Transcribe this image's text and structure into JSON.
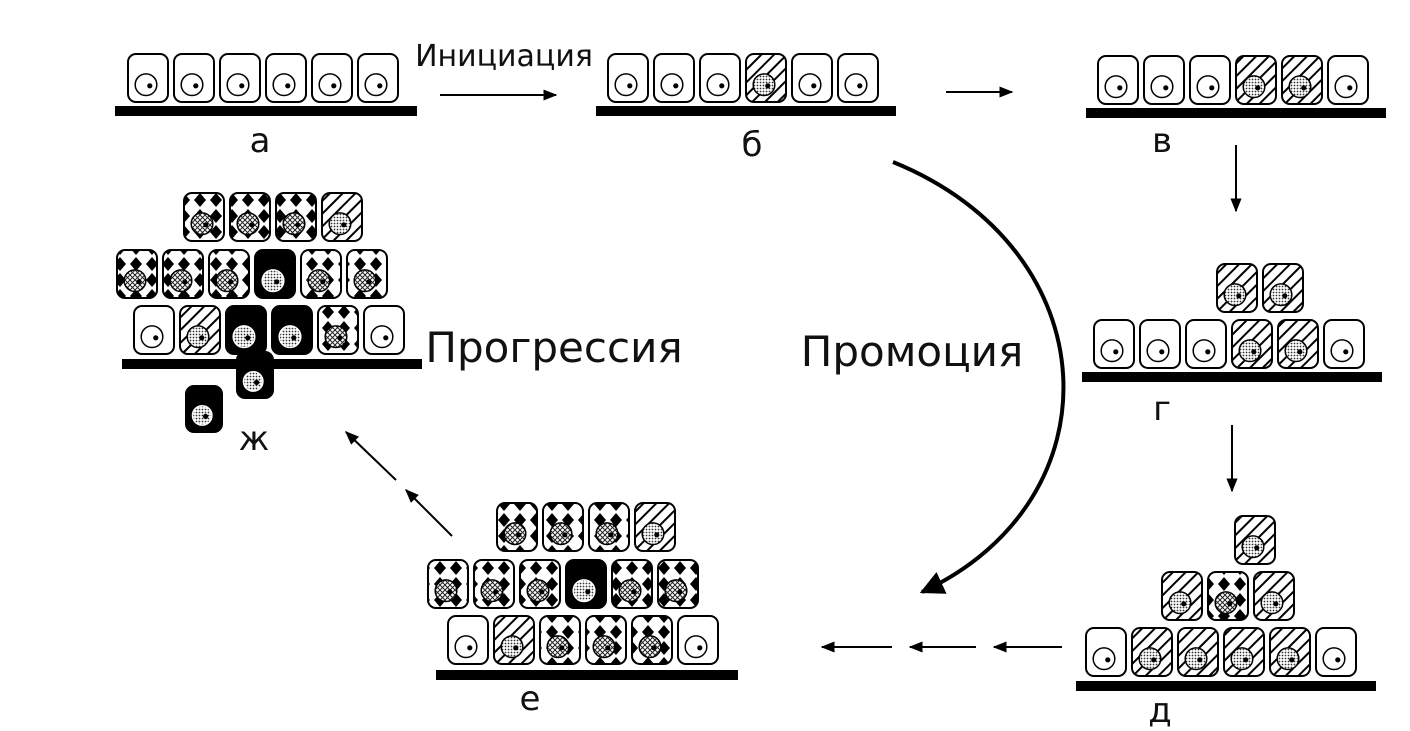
{
  "labels": {
    "initiation": "Инициация",
    "promotion": "Промоция",
    "progression": "Прогрессия"
  },
  "stage_letters": {
    "a": "а",
    "b": "б",
    "v": "в",
    "g": "г",
    "d": "д",
    "e": "е",
    "zh": "ж"
  },
  "cell_types": [
    "normal",
    "initiated",
    "promoted",
    "malignant"
  ],
  "stages": {
    "a": {
      "rows": [
        [
          "normal",
          "normal",
          "normal",
          "normal",
          "normal",
          "normal"
        ]
      ]
    },
    "b": {
      "rows": [
        [
          "normal",
          "normal",
          "normal",
          "initiated",
          "normal",
          "normal"
        ]
      ]
    },
    "v": {
      "rows": [
        [
          "normal",
          "normal",
          "normal",
          "initiated",
          "initiated",
          "normal"
        ]
      ]
    },
    "g": {
      "rows": [
        [
          "normal",
          "normal",
          "normal",
          "initiated",
          "initiated",
          "normal"
        ],
        [
          "initiated",
          "initiated"
        ]
      ]
    },
    "d": {
      "rows": [
        [
          "normal",
          "initiated",
          "initiated",
          "initiated",
          "initiated",
          "normal"
        ],
        [
          "initiated",
          "promoted",
          "initiated"
        ],
        [
          "initiated"
        ]
      ]
    },
    "e": {
      "rows": [
        [
          "normal",
          "initiated",
          "promoted",
          "promoted",
          "promoted",
          "normal"
        ],
        [
          "promoted",
          "promoted",
          "promoted",
          "malignant",
          "promoted",
          "promoted"
        ],
        [
          "promoted",
          "promoted",
          "promoted",
          "initiated"
        ]
      ]
    },
    "zh": {
      "rows": [
        [
          "normal",
          "initiated",
          "malignant",
          "malignant",
          "promoted",
          "normal"
        ],
        [
          "promoted",
          "promoted",
          "promoted",
          "malignant",
          "promoted",
          "promoted"
        ],
        [
          "promoted",
          "promoted",
          "promoted",
          "initiated"
        ]
      ],
      "invading": [
        "malignant",
        "malignant"
      ]
    }
  }
}
